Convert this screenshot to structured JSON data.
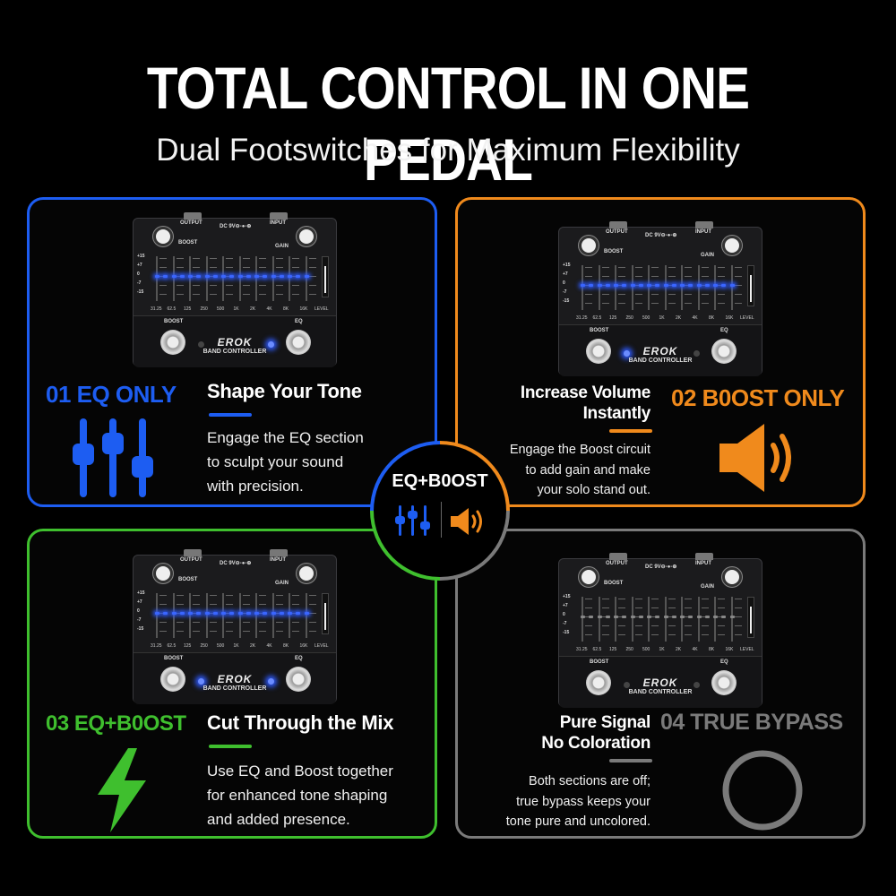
{
  "header": {
    "title": "TOTAL CONTROL IN ONE PEDAL",
    "subtitle": "Dual Footswitches for Maximum Flexibility"
  },
  "pedal": {
    "output_label": "OUTPUT",
    "power_label": "DC 9V⊖-●-⊕",
    "input_label": "INPUT",
    "boost_knob_label": "BOOST",
    "gain_knob_label": "GAIN",
    "scale": [
      "+15",
      "+7",
      "0",
      "-7",
      "-15"
    ],
    "bands": [
      "31.25",
      "62.5",
      "125",
      "250",
      "500",
      "1K",
      "2K",
      "4K",
      "8K",
      "16K"
    ],
    "level_label": "LEVEL",
    "boost_switch_label": "BOOST",
    "eq_switch_label": "EQ",
    "brand": "EROK",
    "model": "BAND CONTROLLER"
  },
  "panels": [
    {
      "mode": "01 EQ ONLY",
      "heading": "Shape Your Tone",
      "desc": [
        "Engage the EQ section",
        "to sculpt your sound",
        "with precision."
      ],
      "color": "#1d5df2",
      "icon": "eq-sliders-icon",
      "eq_lit": true,
      "boost_led": false,
      "eq_led": true
    },
    {
      "mode": "02 B0OST ONLY",
      "heading_line1": "Increase Volume",
      "heading_line2": "Instantly",
      "desc": [
        "Engage the Boost circuit",
        "to add gain and make",
        "your solo stand out."
      ],
      "color": "#f08a1c",
      "icon": "speaker-icon",
      "eq_lit": true,
      "boost_led": true,
      "eq_led": false
    },
    {
      "mode": "03 EQ+B0OST",
      "heading": "Cut Through the Mix",
      "desc": [
        "Use EQ and Boost together",
        "for enhanced tone shaping",
        "and added presence."
      ],
      "color": "#3fbf2e",
      "icon": "lightning-icon",
      "eq_lit": true,
      "boost_led": true,
      "eq_led": true
    },
    {
      "mode": "04 TRUE BYPASS",
      "heading_line1": "Pure Signal",
      "heading_line2": "No Coloration",
      "desc": [
        "Both sections are off;",
        "true bypass keeps your",
        "tone  pure and uncolored."
      ],
      "color": "#7a7a7a",
      "icon": "ring-icon",
      "eq_lit": false,
      "boost_led": false,
      "eq_led": false
    }
  ],
  "center": {
    "label": "EQ+B0OST",
    "icons": [
      "eq-sliders-icon",
      "speaker-icon"
    ]
  }
}
